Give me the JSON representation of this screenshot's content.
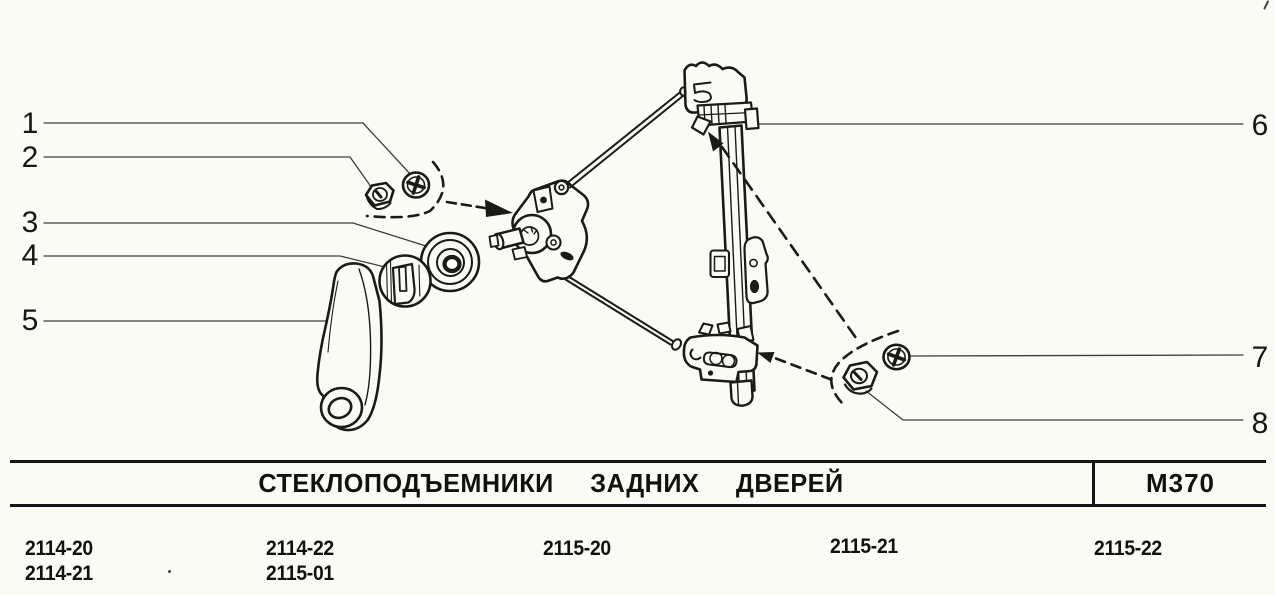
{
  "colors": {
    "ink": "#1a1a1a",
    "paper": "#fbfbf5",
    "leader_line": "#3c3c3c"
  },
  "callouts": [
    "1",
    "2",
    "3",
    "4",
    "5",
    "6",
    "7",
    "8"
  ],
  "footer": {
    "title": "СТЕКЛОПОДЪЕМНИКИ ЗАДНИХ ДВЕРЕЙ",
    "code": "М370",
    "models_row1": [
      "2114-20",
      "2114-22",
      "2115-20",
      "2115-21",
      "2115-22"
    ],
    "models_row2": [
      "2114-21",
      "2115-01"
    ]
  }
}
